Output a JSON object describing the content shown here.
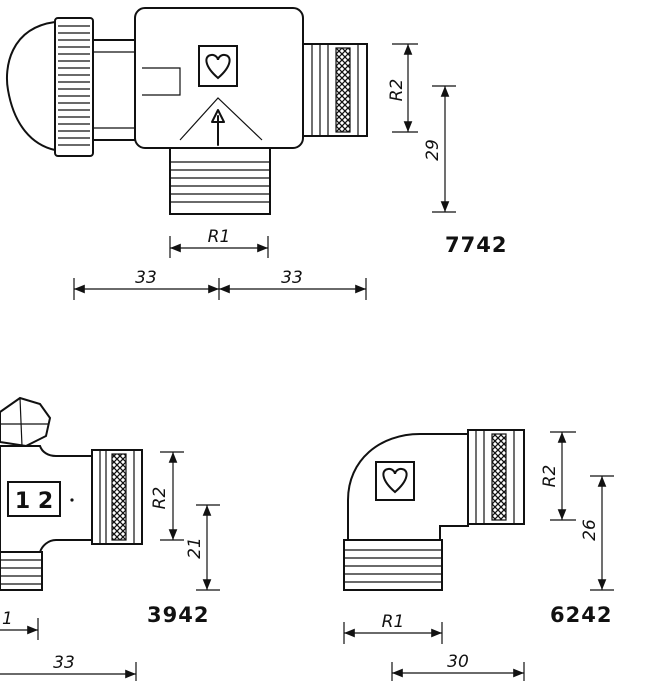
{
  "valves": [
    {
      "model": "7742",
      "dims": {
        "R1": "R1",
        "R2": "R2",
        "h": "29",
        "left": "33",
        "right": "33"
      }
    },
    {
      "model": "3942",
      "insert_label": "1 2",
      "dims": {
        "R2": "R2",
        "h": "21",
        "bottom_left": "1",
        "bottom": "33"
      }
    },
    {
      "model": "6242",
      "dims": {
        "R1": "R1",
        "R2": "R2",
        "h": "26",
        "bottom": "30"
      }
    }
  ]
}
